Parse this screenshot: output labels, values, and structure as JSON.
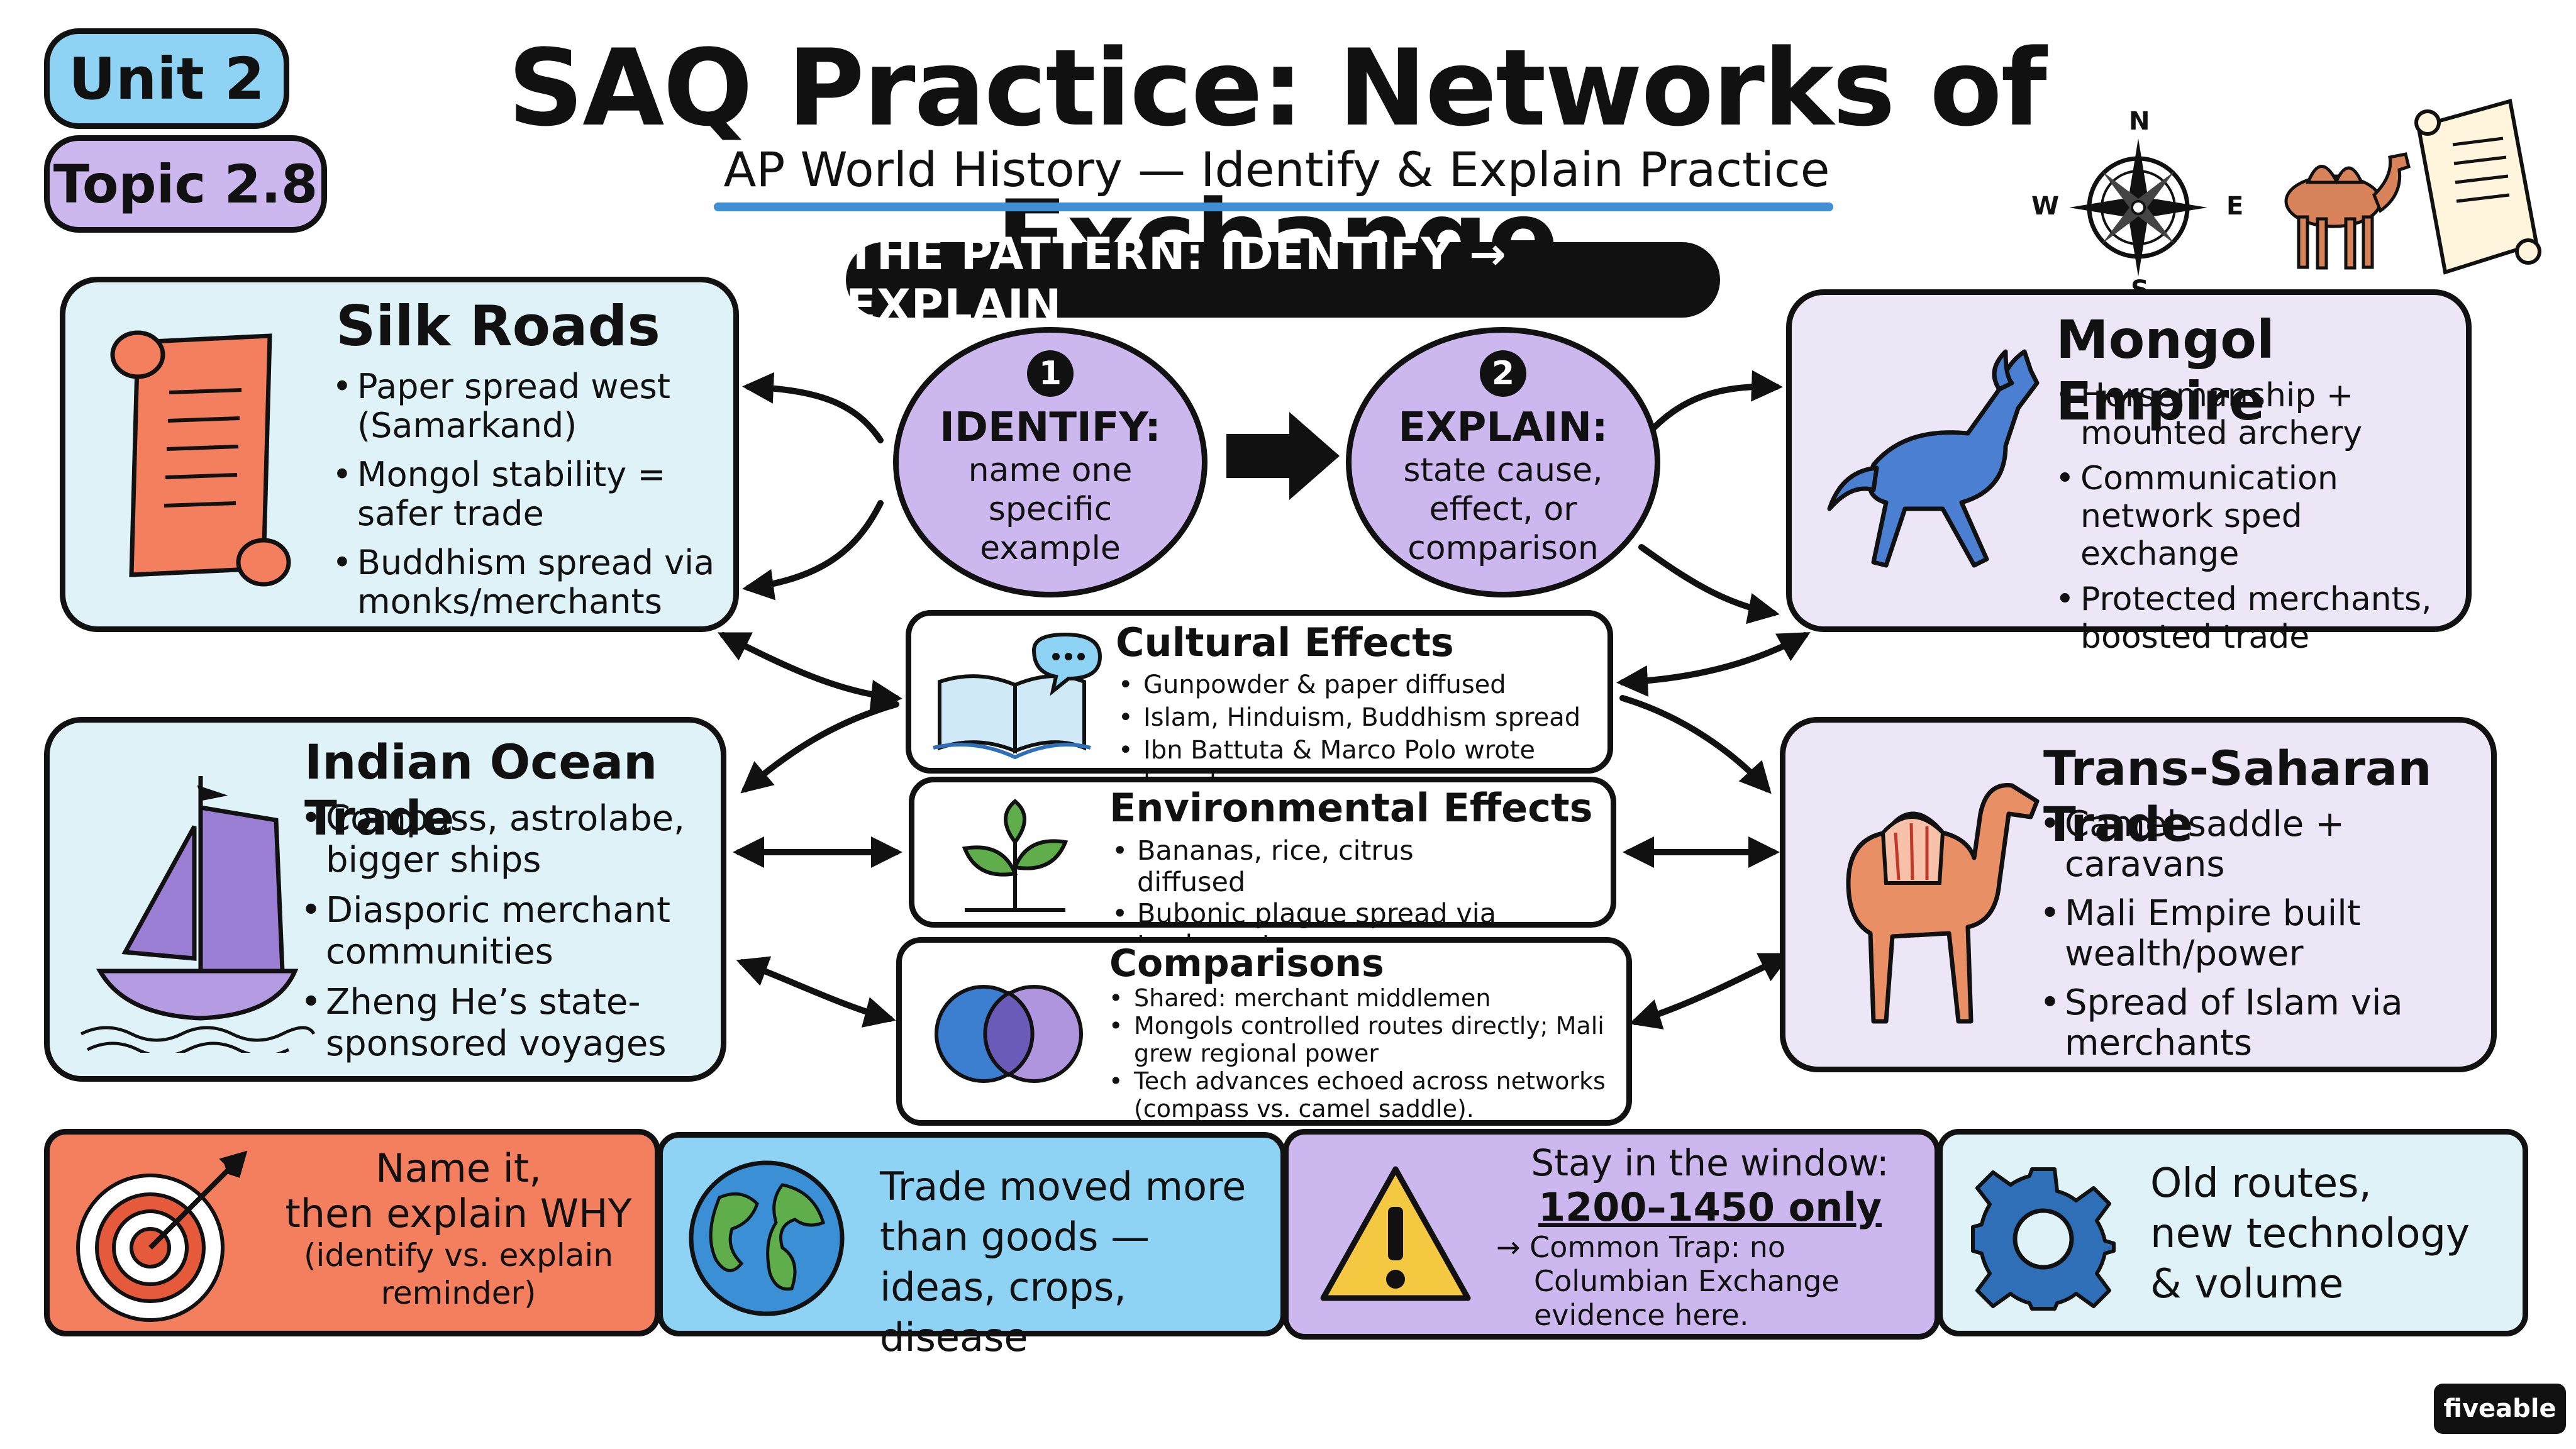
{
  "header": {
    "unit_badge": "Unit 2",
    "topic_badge": "Topic 2.8",
    "title": "SAQ Practice: Networks of Exchange",
    "subtitle": "AP World History — Identify & Explain Practice",
    "compass": {
      "n": "N",
      "s": "S",
      "e": "E",
      "w": "W"
    }
  },
  "pattern": {
    "banner": "THE PATTERN: IDENTIFY → EXPLAIN",
    "step1": {
      "num": "1",
      "title": "IDENTIFY:",
      "lines": [
        "name one",
        "specific",
        "example"
      ]
    },
    "step2": {
      "num": "2",
      "title": "EXPLAIN:",
      "lines": [
        "state cause,",
        "effect, or",
        "comparison"
      ]
    }
  },
  "cards": {
    "silk": {
      "title": "Silk Roads",
      "items": [
        "Paper spread west (Samarkand)",
        "Mongol stability = safer trade",
        "Buddhism spread via monks/merchants"
      ]
    },
    "indian": {
      "title": "Indian Ocean Trade",
      "items": [
        "Compass, astrolabe, bigger ships",
        "Diasporic merchant communities",
        "Zheng He’s state-sponsored voyages"
      ]
    },
    "mongol": {
      "title": "Mongol Empire",
      "items": [
        "Horsemanship + mounted archery",
        "Communication network sped exchange",
        "Protected merchants, boosted trade"
      ]
    },
    "saharan": {
      "title": "Trans-Saharan Trade",
      "items": [
        "Camel saddle + caravans",
        "Mali Empire built wealth/power",
        "Spread of Islam via merchants"
      ]
    }
  },
  "effects": {
    "cultural": {
      "title": "Cultural Effects",
      "items": [
        "Gunpowder & paper diffused",
        "Islam, Hinduism, Buddhism spread",
        "Ibn Battuta & Marco Polo wrote travels"
      ]
    },
    "environmental": {
      "title": "Environmental Effects",
      "items": [
        "Bananas, rice, citrus diffused",
        "Bubonic plague spread via trade routes"
      ]
    },
    "comparisons": {
      "title": "Comparisons",
      "items": [
        "Shared: merchant middlemen",
        "Mongols controlled routes directly; Mali grew regional power",
        "Tech advances echoed across networks (compass vs. camel saddle)."
      ]
    }
  },
  "footer": {
    "tip1": {
      "line1": "Name it,",
      "line2": "then explain WHY",
      "line3": "(identify vs. explain",
      "line4": "reminder)"
    },
    "tip2": {
      "line1": "Trade moved more",
      "line2": "than goods —",
      "line3": "ideas, crops, disease"
    },
    "tip3": {
      "line1": "Stay in the window:",
      "line2": "1200–1450 only",
      "line3": "→ Common Trap: no",
      "line4": "Columbian Exchange",
      "line5": "evidence here."
    },
    "tip4": {
      "line1": "Old routes,",
      "line2": "new technology",
      "line3": "& volume"
    }
  },
  "brand": "fiveable",
  "colors": {
    "blue_card": "#dff2f7",
    "lavender_card": "#ece6f7",
    "orange": "#f47f5f",
    "sky": "#8fd3f4",
    "purple": "#ccb8ee",
    "dark": "#111111"
  }
}
